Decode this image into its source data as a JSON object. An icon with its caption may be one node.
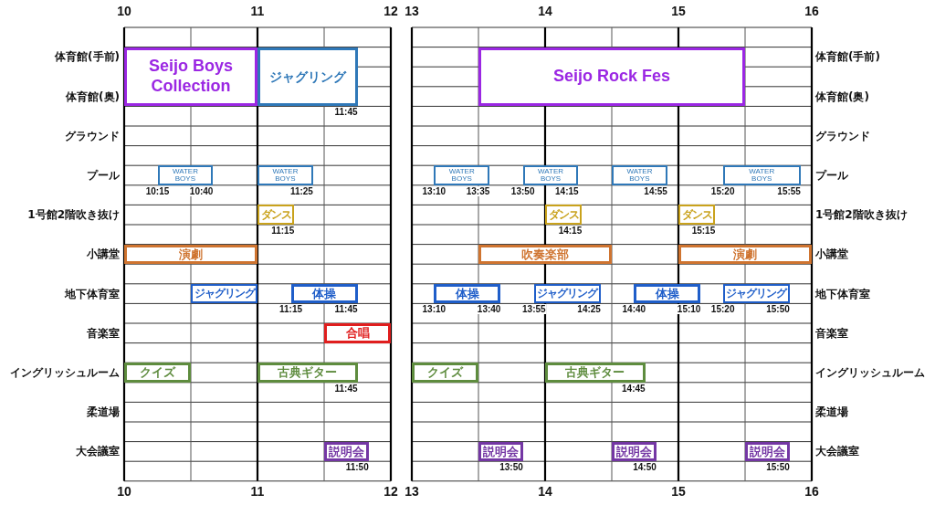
{
  "diagram": {
    "nodes": [
      {
        "text": [
          "Seijo Boys Collection"
        ]
      },
      {
        "text": [
          "ジャグリング"
        ],
        "beside": [
          "11:45"
        ]
      },
      {
        "text": [
          "Seijo Rock Fes"
        ]
      },
      {
        "text": [
          "WATER BOYS"
        ],
        "beside": [
          "10:15",
          "10:40"
        ]
      },
      {
        "text": [
          "WATER BOYS"
        ],
        "beside": [
          "11:25"
        ]
      },
      {
        "text": [
          "WATER BOYS"
        ],
        "beside": [
          "13:10",
          "13:35"
        ]
      },
      {
        "text": [
          "WATER BOYS"
        ],
        "beside": [
          "13:50",
          "14:15"
        ]
      },
      {
        "text": [
          "WATER BOYS"
        ],
        "beside": [
          "14:55"
        ]
      },
      {
        "text": [
          "WATER BOYS"
        ],
        "beside": [
          "15:20",
          "15:55"
        ]
      },
      {
        "text": [
          "ダンス"
        ],
        "beside": [
          "11:15"
        ]
      },
      {
        "text": [
          "ダンス"
        ],
        "beside": [
          "14:15"
        ]
      },
      {
        "text": [
          "ダンス"
        ],
        "beside": [
          "15:15"
        ]
      },
      {
        "text": [
          "演劇"
        ]
      },
      {
        "text": [
          "吹奏楽部"
        ]
      },
      {
        "text": [
          "演劇"
        ]
      },
      {
        "text": [
          "ジャグリング"
        ]
      },
      {
        "text": [
          "体操"
        ],
        "beside": [
          "11:15",
          "11:45"
        ]
      },
      {
        "text": [
          "体操"
        ],
        "beside": [
          "13:10",
          "13:40"
        ]
      },
      {
        "text": [
          "ジャグリング"
        ],
        "beside": [
          "13:55",
          "14:25"
        ]
      },
      {
        "text": [
          "体操"
        ],
        "beside": [
          "14:40",
          "15:10"
        ]
      },
      {
        "text": [
          "ジャグリング"
        ],
        "beside": [
          "15:20",
          "15:50"
        ]
      },
      {
        "text": [
          "合唱"
        ]
      },
      {
        "text": [
          "クイズ"
        ]
      },
      {
        "text": [
          "古典ギター"
        ],
        "beside": [
          "11:45"
        ]
      },
      {
        "text": [
          "クイズ"
        ]
      },
      {
        "text": [
          "古典ギター"
        ],
        "beside": [
          "14:45"
        ]
      },
      {
        "text": [
          "説明会"
        ],
        "beside": [
          "11:50"
        ]
      },
      {
        "text": [
          "説明会"
        ],
        "beside": [
          "13:50"
        ]
      },
      {
        "text": [
          "説明会"
        ],
        "beside": [
          "14:50"
        ]
      },
      {
        "text": [
          "説明会"
        ],
        "beside": [
          "15:50"
        ]
      }
    ],
    "labels": [
      "10",
      "11",
      "12",
      "13",
      "14",
      "15",
      "16",
      "体育館(手前)",
      "体育館(手前)",
      "体育館(奥)",
      "体育館(奥)",
      "グラウンド",
      "グラウンド",
      "プール",
      "プール",
      "1号館2階吹き抜け",
      "1号館2階吹き抜け",
      "小講堂",
      "小講堂",
      "地下体育室",
      "地下体育室",
      "音楽室",
      "音楽室",
      "イングリッシュルーム",
      "イングリッシュルーム",
      "柔道場",
      "柔道場",
      "大会議室",
      "大会議室",
      "10",
      "11",
      "12",
      "13",
      "14",
      "15",
      "16"
    ]
  }
}
